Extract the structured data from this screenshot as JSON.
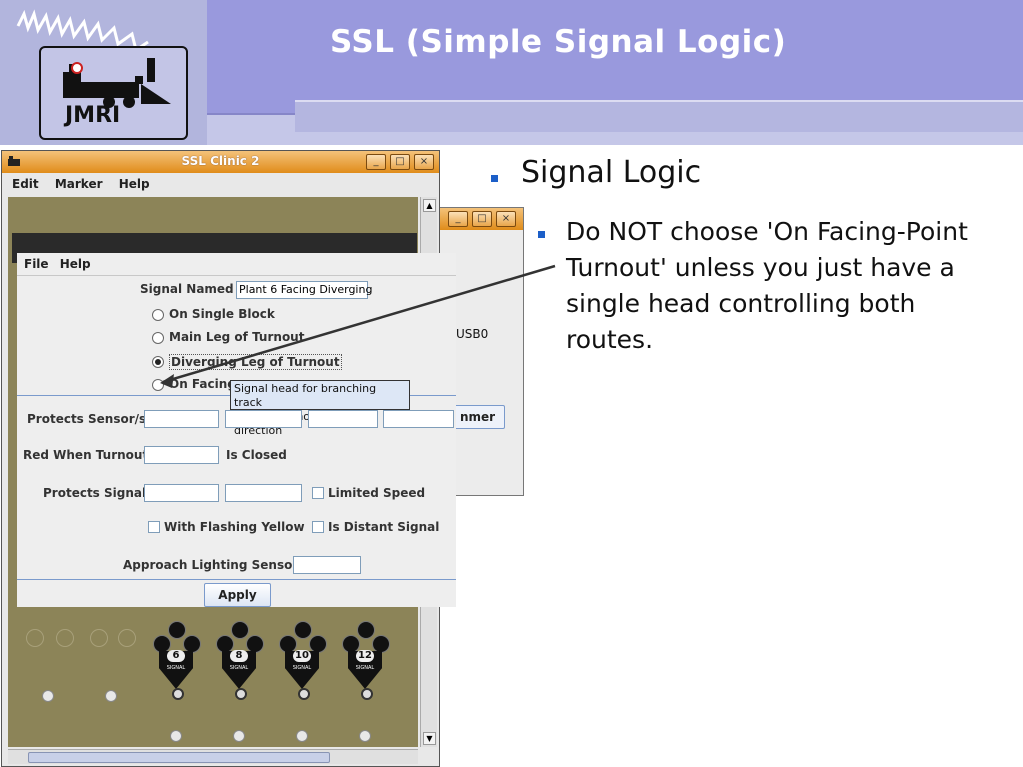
{
  "slide": {
    "title": "SSL (Simple Signal Logic)",
    "logo_text": "JMRI",
    "bullet1": "Signal Logic",
    "bullet2": "Do NOT choose 'On Facing-Point Turnout' unless you just have a single head controlling both routes."
  },
  "main_window": {
    "title": "SSL Clinic 2",
    "menu": [
      "Edit",
      "Marker",
      "Help"
    ],
    "minimize": "_",
    "maximize": "□",
    "close": "×"
  },
  "behind_dialog": {
    "text_usb": "USB0",
    "button_partial": "nmer"
  },
  "signal_dialog": {
    "menu": [
      "File",
      "Help"
    ],
    "signal_named_label": "Signal Named",
    "signal_named_value": "Plant 6 Facing Diverging",
    "radio_options": [
      {
        "label": "On Single Block",
        "selected": false
      },
      {
        "label": "Main Leg of Turnout",
        "selected": false
      },
      {
        "label": "Diverging Leg of Turnout",
        "selected": true
      },
      {
        "label": "On Facing",
        "selected": false
      }
    ],
    "tooltip_line1": "Signal head for branching track",
    "tooltip_line2": "through turnout in either direction",
    "protects_sensors_label": "Protects Sensor/s",
    "red_when_turnout_label": "Red When Turnout",
    "is_closed_label": "Is Closed",
    "protects_signal_label": "Protects Signal",
    "limited_speed_label": "Limited Speed",
    "with_flashing_yellow_label": "With Flashing Yellow",
    "is_distant_signal_label": "Is Distant Signal",
    "approach_lighting_label": "Approach Lighting Sensor",
    "apply_label": "Apply"
  },
  "panel": {
    "signal_numbers": [
      "6",
      "8",
      "10",
      "12"
    ],
    "signal_plate_text": "SIGNAL"
  },
  "colors": {
    "title_band": "#9999dd",
    "titlebar_orange": "#e08c1a",
    "bullet_blue": "#1c5fc8",
    "panel_olive": "#8c8458"
  }
}
